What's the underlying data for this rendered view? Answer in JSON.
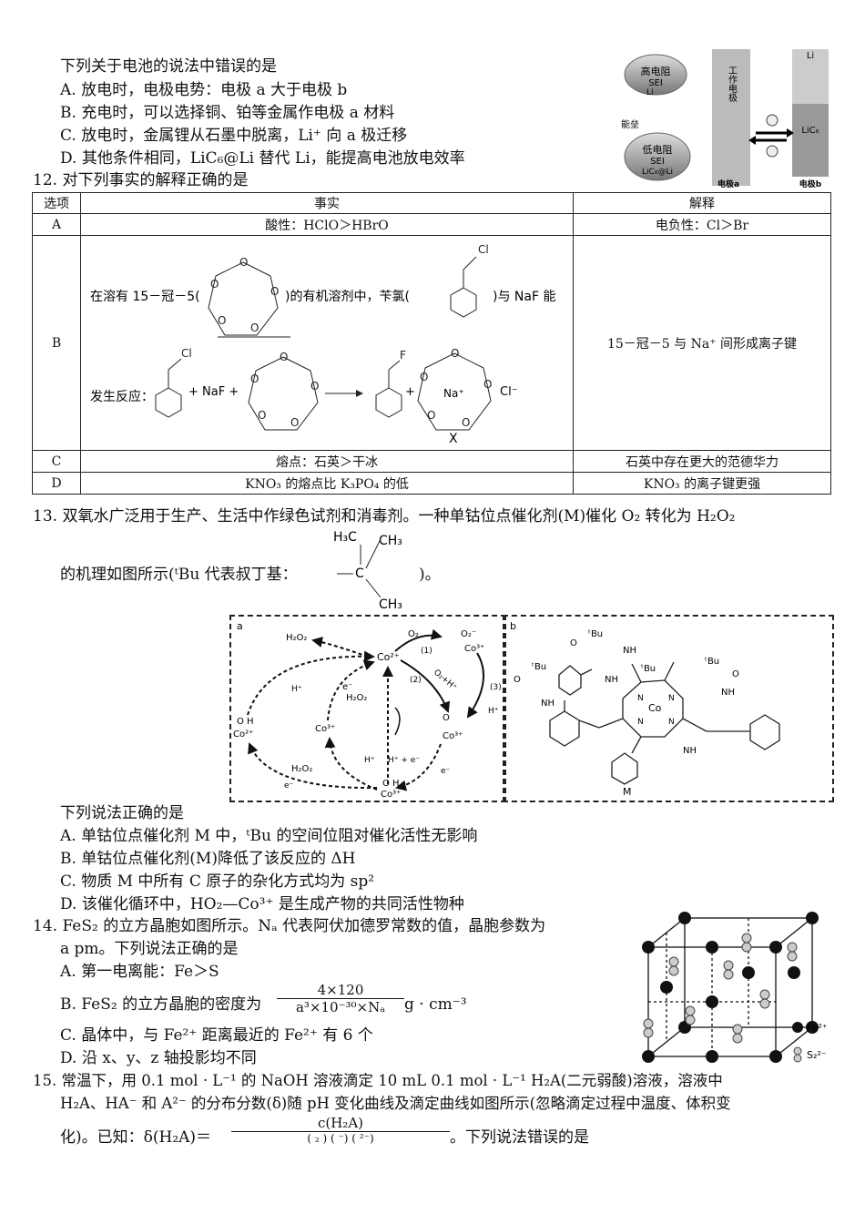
{
  "q11": {
    "stem": "下列关于电池的说法中错误的是",
    "options": [
      "A. 放电时，电极电势：电极 a 大于电极 b",
      "B. 充电时，可以选择铜、铂等金属作电极 a 材料",
      "C. 放电时，金属锂从石墨中脱离，Li⁺ 向 a 极迁移",
      "D. 其他条件相同，LiC₆@Li 替代 Li，能提高电池放电效率"
    ],
    "figure": {
      "top_label": "高电阻",
      "top_label2": "SEI",
      "bottom_prefix": "能垒",
      "bottom_label": "低电阻",
      "bottom_label2": "SEI",
      "bottom_label3": "LiC₆@Li",
      "li_label": "Li",
      "work_electrode": "工作电极",
      "right_top": "Li",
      "right_mid": "LiC₆",
      "electrode_a": "电极a",
      "electrode_b": "电极b"
    }
  },
  "q12": {
    "stem": "12. 对下列事实的解释正确的是",
    "headers": [
      "选项",
      "事实",
      "解释"
    ],
    "rows": [
      {
        "option": "A",
        "fact": "酸性：HClO＞HBrO",
        "explain": "电负性：Cl＞Br"
      },
      {
        "option": "B",
        "fact_line1": "在溶有 15－冠－5(",
        "fact_line1b": ")的有机溶剂中，苄氯(",
        "fact_line1c": ")与 NaF 能",
        "fact_line2": "发生反应：",
        "plus_naf": "+ NaF +",
        "plus2": "+",
        "na": "Na⁺",
        "cl": "Cl⁻",
        "x_label": "X",
        "explain": "15－冠－5 与 Na⁺ 间形成离子键"
      },
      {
        "option": "C",
        "fact": "熔点：石英＞干冰",
        "explain": "石英中存在更大的范德华力"
      },
      {
        "option": "D",
        "fact": "KNO₃ 的熔点比 K₃PO₄ 的低",
        "explain": "KNO₃ 的离子键更强"
      }
    ]
  },
  "q13": {
    "stem": "13. 双氧水广泛用于生产、生活中作绿色试剂和消毒剂。一种单钴位点催化剂(M)催化 O₂ 转化为 H₂O₂",
    "stem2": "的机理如图所示(ᵗBu 代表叔丁基：",
    "stem2_end": ")。",
    "tbu": {
      "h3c": "H₃C",
      "ch3a": "CH₃",
      "c": "C",
      "ch3b": "CH₃"
    },
    "fig_a": {
      "label": "a",
      "h2o2_1": "H₂O₂",
      "h2o2_2": "H₂O₂",
      "h2o2_3": "H₂O₂",
      "co2": "Co²⁺",
      "co3_left": "Co³⁺",
      "co3_right": "Co³⁺",
      "o2": "O₂",
      "o2m": "O₂⁻",
      "step1": "(1)",
      "step2": "(2)",
      "step3": "(3)",
      "o2h": "O₂+H⁺",
      "hplus1": "H⁺",
      "hplus2": "H⁺",
      "hplus3": "H⁺",
      "em1": "e⁻",
      "em2": "e⁻",
      "em3": "e⁻",
      "he": "H⁺ + e⁻",
      "ooh_co2": "Co²⁺",
      "ooh_co3": "Co³⁺",
      "ooh_co3b": "Co³⁺",
      "oh": "O H",
      "o": "O"
    },
    "fig_b": {
      "label": "b",
      "tbu": "ᵗBu",
      "nh": "NH",
      "n": "N",
      "co": "Co",
      "o": "O",
      "m": "M"
    },
    "question": "下列说法正确的是",
    "options": [
      "A. 单钴位点催化剂 M 中，ᵗBu 的空间位阻对催化活性无影响",
      "B. 单钴位点催化剂(M)降低了该反应的 ΔH",
      "C. 物质 M 中所有 C 原子的杂化方式均为 sp²",
      "D. 该催化循环中，HO₂—Co³⁺ 是生成产物的共同活性物种"
    ]
  },
  "q14": {
    "stem": "14. FeS₂ 的立方晶胞如图所示。Nₐ 代表阿伏加德罗常数的值，晶胞参数为",
    "stem2": "a pm。下列说法正确的是",
    "options": {
      "A": "A. 第一电离能：Fe＞S",
      "B_pre": "B. FeS₂ 的立方晶胞的密度为",
      "B_num": "4×120",
      "B_den": "a³×10⁻³⁰×Nₐ",
      "B_unit": "g · cm⁻³",
      "C": "C. 晶体中，与 Fe²⁺ 距离最近的 Fe²⁺ 有 6 个",
      "D": "D. 沿 x、y、z 轴投影均不同"
    },
    "legend": {
      "fe": "Fe²⁺",
      "s": "S₂²⁻"
    }
  },
  "q15": {
    "line1": "15. 常温下，用 0.1 mol · L⁻¹ 的 NaOH 溶液滴定 10 mL 0.1 mol · L⁻¹ H₂A(二元弱酸)溶液，溶液中",
    "line2": "H₂A、HA⁻ 和 A²⁻ 的分布分数(δ)随 pH 变化曲线及滴定曲线如图所示(忽略滴定过程中温度、体积变",
    "line3_pre": "化)。已知：δ(H₂A)＝",
    "frac_num": "c(H₂A)",
    "frac_den": "(    ₂   )     (      ⁻)     (    ²⁻)",
    "line3_post": "。下列说法错误的是"
  }
}
